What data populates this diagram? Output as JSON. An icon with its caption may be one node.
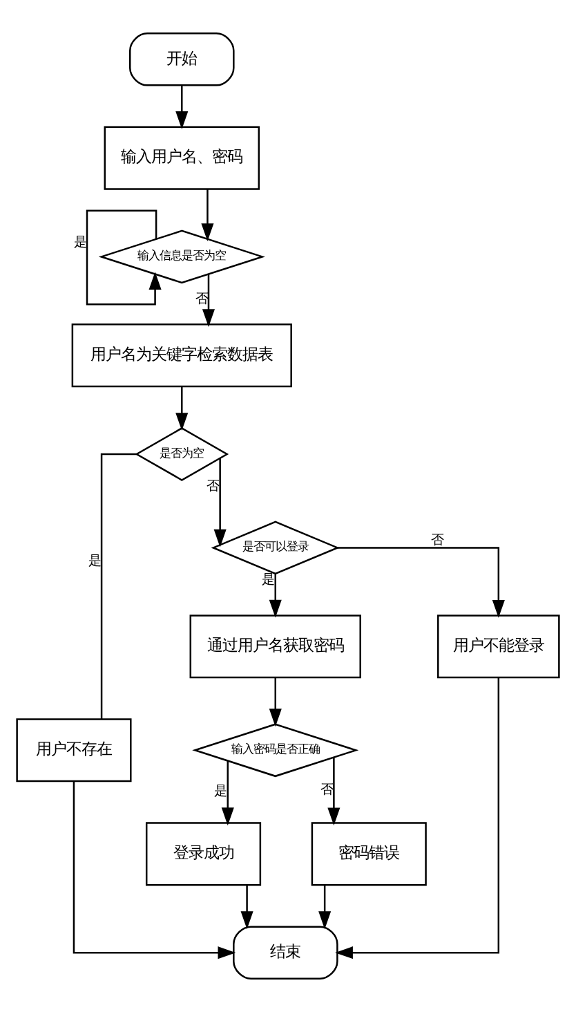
{
  "diagram": {
    "nodes": [
      {
        "text": [
          "开始"
        ]
      },
      {
        "text": [
          "输入用户名、密码"
        ]
      },
      {
        "text": [
          "输入信息是否为空"
        ]
      },
      {
        "text": [
          "用户名为关键字检索数据表"
        ]
      },
      {
        "text": [
          "是否为空"
        ]
      },
      {
        "text": [
          "用户不存在"
        ]
      },
      {
        "text": [
          "是否可以登录"
        ]
      },
      {
        "text": [
          "通过用户名获取密码"
        ]
      },
      {
        "text": [
          "用户不能登录"
        ]
      },
      {
        "text": [
          "输入密码是否正确"
        ]
      },
      {
        "text": [
          "登录成功"
        ]
      },
      {
        "text": [
          "密码错误"
        ]
      },
      {
        "text": [
          "结束"
        ]
      }
    ],
    "edges": [
      {
        "from": 0,
        "to": 1,
        "arrow": "to"
      },
      {
        "from": 1,
        "to": 2,
        "arrow": "to"
      },
      {
        "from": 2,
        "to": 2,
        "arrow": "to",
        "label": "是"
      },
      {
        "from": 2,
        "to": 3,
        "arrow": "to",
        "label": "否"
      },
      {
        "from": 3,
        "to": 4,
        "arrow": "to"
      },
      {
        "from": 4,
        "to": 5,
        "arrow": "none",
        "label": "是"
      },
      {
        "from": 4,
        "to": 6,
        "arrow": "to",
        "label": "否"
      },
      {
        "from": 6,
        "to": 7,
        "arrow": "to",
        "label": "是"
      },
      {
        "from": 6,
        "to": 8,
        "arrow": "to",
        "label": "否"
      },
      {
        "from": 7,
        "to": 9,
        "arrow": "to"
      },
      {
        "from": 9,
        "to": 10,
        "arrow": "to",
        "label": "是"
      },
      {
        "from": 9,
        "to": 11,
        "arrow": "to",
        "label": "否"
      },
      {
        "from": 5,
        "to": 12,
        "arrow": "to"
      },
      {
        "from": 10,
        "to": 12,
        "arrow": "to"
      },
      {
        "from": 11,
        "to": 12,
        "arrow": "to"
      },
      {
        "from": 8,
        "to": 12,
        "arrow": "to"
      }
    ]
  }
}
